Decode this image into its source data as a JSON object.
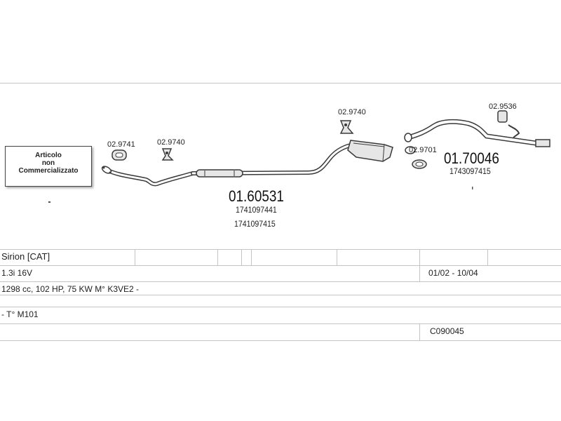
{
  "notice": {
    "lines": [
      "Articolo",
      "non",
      "Commercializzato"
    ]
  },
  "parts": {
    "front_pipe_hanger": "02.9741",
    "front_pipe_rubber": "02.9740",
    "mid_main_code": "01.60531",
    "mid_oem_1": "1741097441",
    "mid_oem_2": "1741097415",
    "mid_rubber": "02.9740",
    "rear_clamp": "02.9701",
    "rear_rubber": "02.9536",
    "rear_main_code": "01.70046",
    "rear_oem_1": "1743097415"
  },
  "vehicle": {
    "model": "Sirion  [CAT]",
    "engine": "1.3i 16V",
    "years": "01/02 - 10/04",
    "specs": "1298 cc, 102 HP, 75 KW M° K3VE2 -",
    "type": "- T° M101",
    "catalog_code": "C090045"
  },
  "colors": {
    "line": "#c4c4c4",
    "pipe": "#3a3a3a",
    "part_fill": "#e6e6e6"
  }
}
